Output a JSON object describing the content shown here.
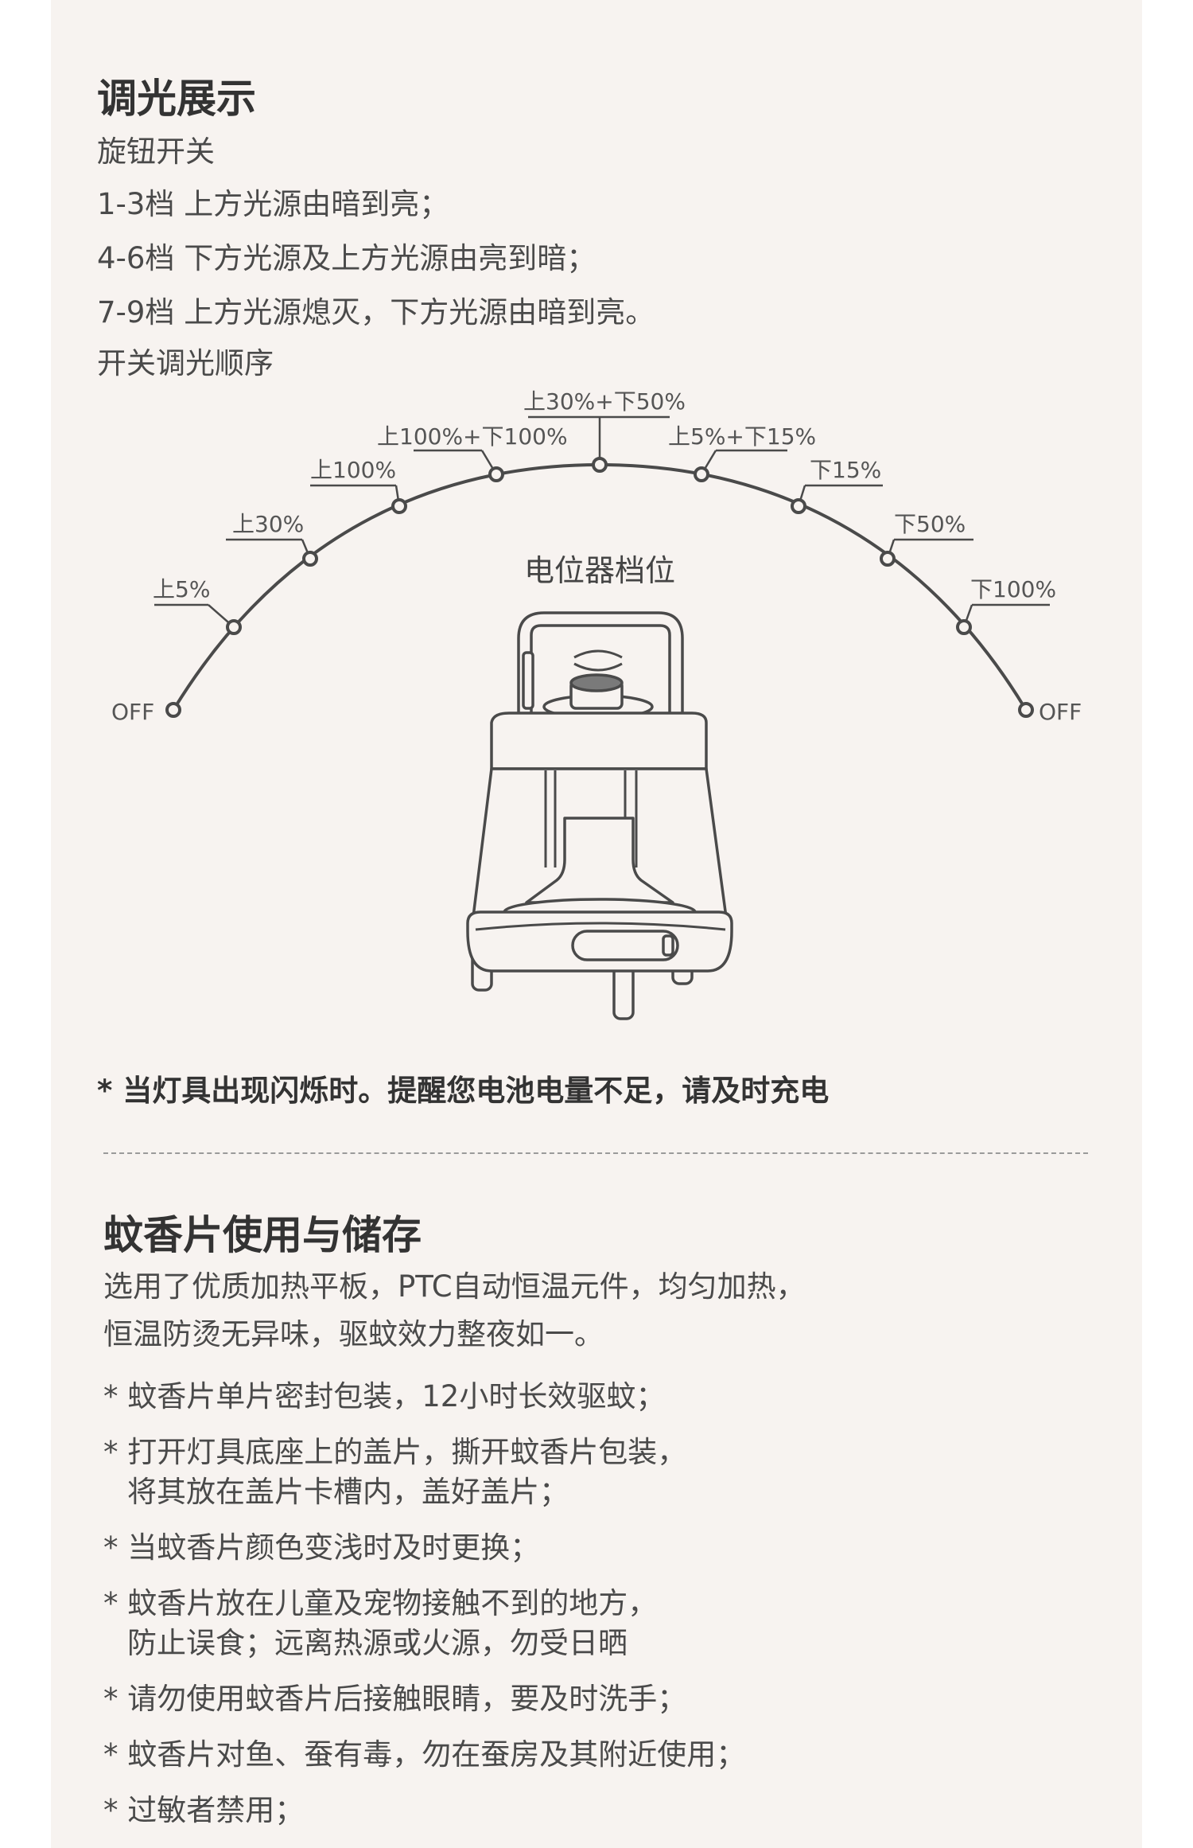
{
  "dimming": {
    "title": "调光展示",
    "subtitle": "旋钮开关",
    "lines": [
      "1-3档 上方光源由暗到亮；",
      "4-6档 下方光源及上方光源由亮到暗；",
      "7-9档 上方光源熄灭，下方光源由暗到亮。"
    ],
    "order_label": "开关调光顺序"
  },
  "diagram": {
    "caption": "电位器档位",
    "off_left": "OFF",
    "off_right": "OFF",
    "steps": [
      "上5%",
      "上30%",
      "上100%",
      "上100%+下100%",
      "上30%+下50%",
      "上5%+下15%",
      "下15%",
      "下50%",
      "下100%"
    ]
  },
  "warning": "* 当灯具出现闪烁时。提醒您电池电量不足，请及时充电",
  "mosquito": {
    "title": "蚊香片使用与储存",
    "intro": [
      "选用了优质加热平板，PTC自动恒温元件，均匀加热，",
      "恒温防烫无异味，驱蚊效力整夜如一。"
    ],
    "items": [
      [
        "* 蚊香片单片密封包装，12小时长效驱蚊；"
      ],
      [
        "* 打开灯具底座上的盖片，撕开蚊香片包装，",
        "将其放在盖片卡槽内，盖好盖片；"
      ],
      [
        "* 当蚊香片颜色变浅时及时更换；"
      ],
      [
        "* 蚊香片放在儿童及宠物接触不到的地方，",
        "防止误食；远离热源或火源，勿受日晒"
      ],
      [
        "* 请勿使用蚊香片后接触眼睛，要及时洗手；"
      ],
      [
        "* 蚊香片对鱼、蚕有毒，勿在蚕房及其附近使用；"
      ],
      [
        "* 过敏者禁用；"
      ]
    ]
  }
}
